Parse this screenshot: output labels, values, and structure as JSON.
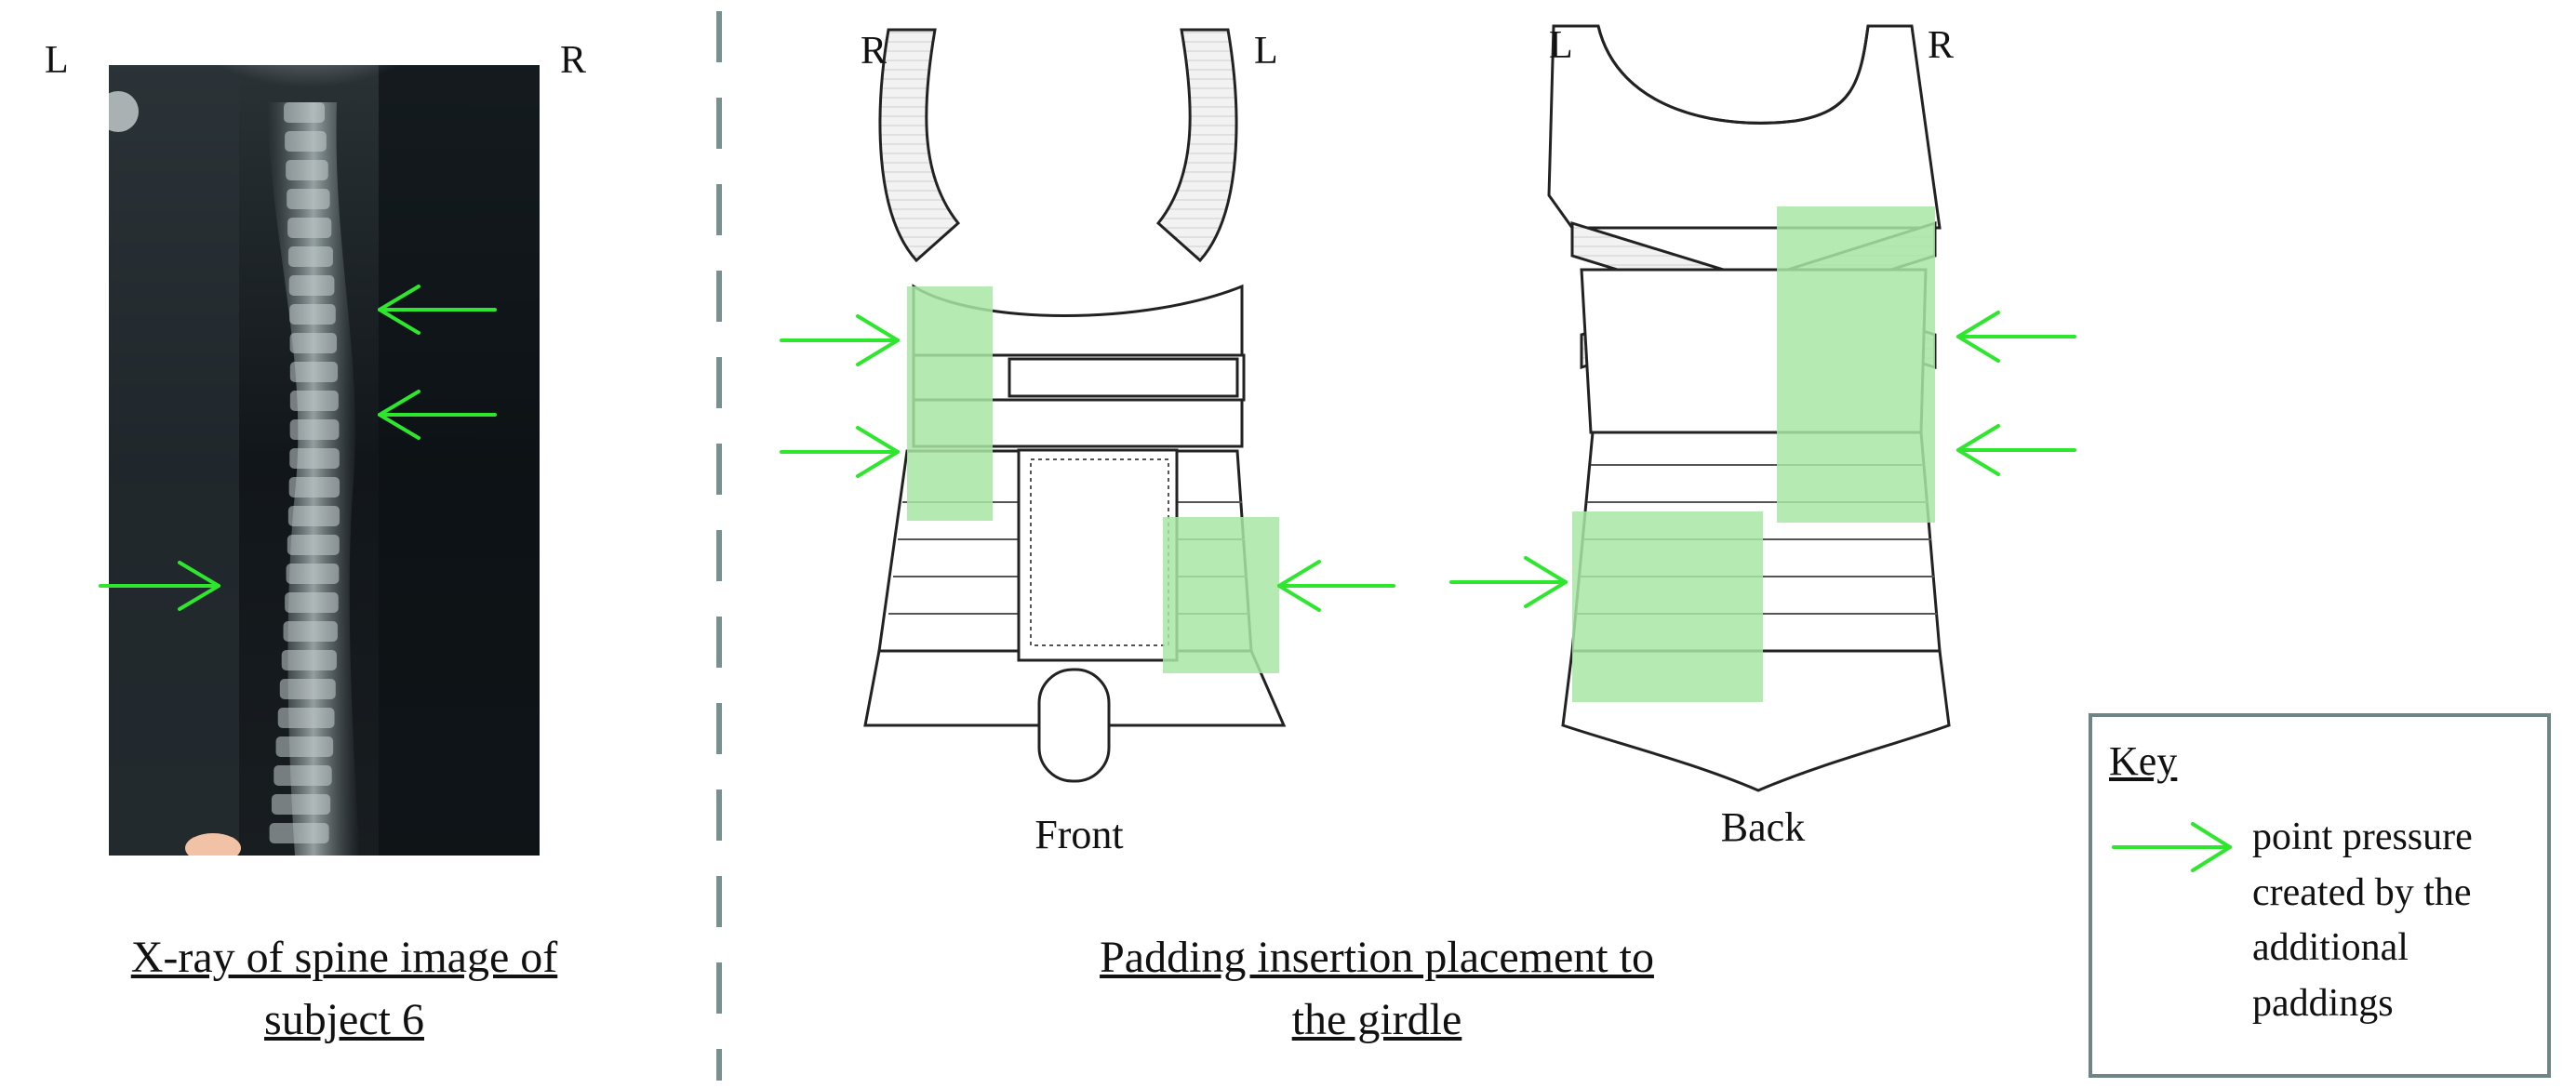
{
  "xray_panel": {
    "left_side_label": "L",
    "right_side_label": "R",
    "caption_line1": "X-ray of spine image of",
    "caption_line2": "subject 6"
  },
  "girdle_panel": {
    "front": {
      "left_label": "R",
      "right_label": "L",
      "title": "Front"
    },
    "back": {
      "left_label": "L",
      "right_label": "R",
      "title": "Back"
    },
    "caption_line1": "Padding insertion placement to",
    "caption_line2": "the girdle"
  },
  "key": {
    "title": "Key",
    "description": "point pressure created by the additional paddings"
  },
  "colors": {
    "arrow": "#2ee62e",
    "padding": "#a8e6a4",
    "divider": "#7a9090",
    "outline": "#222222"
  }
}
